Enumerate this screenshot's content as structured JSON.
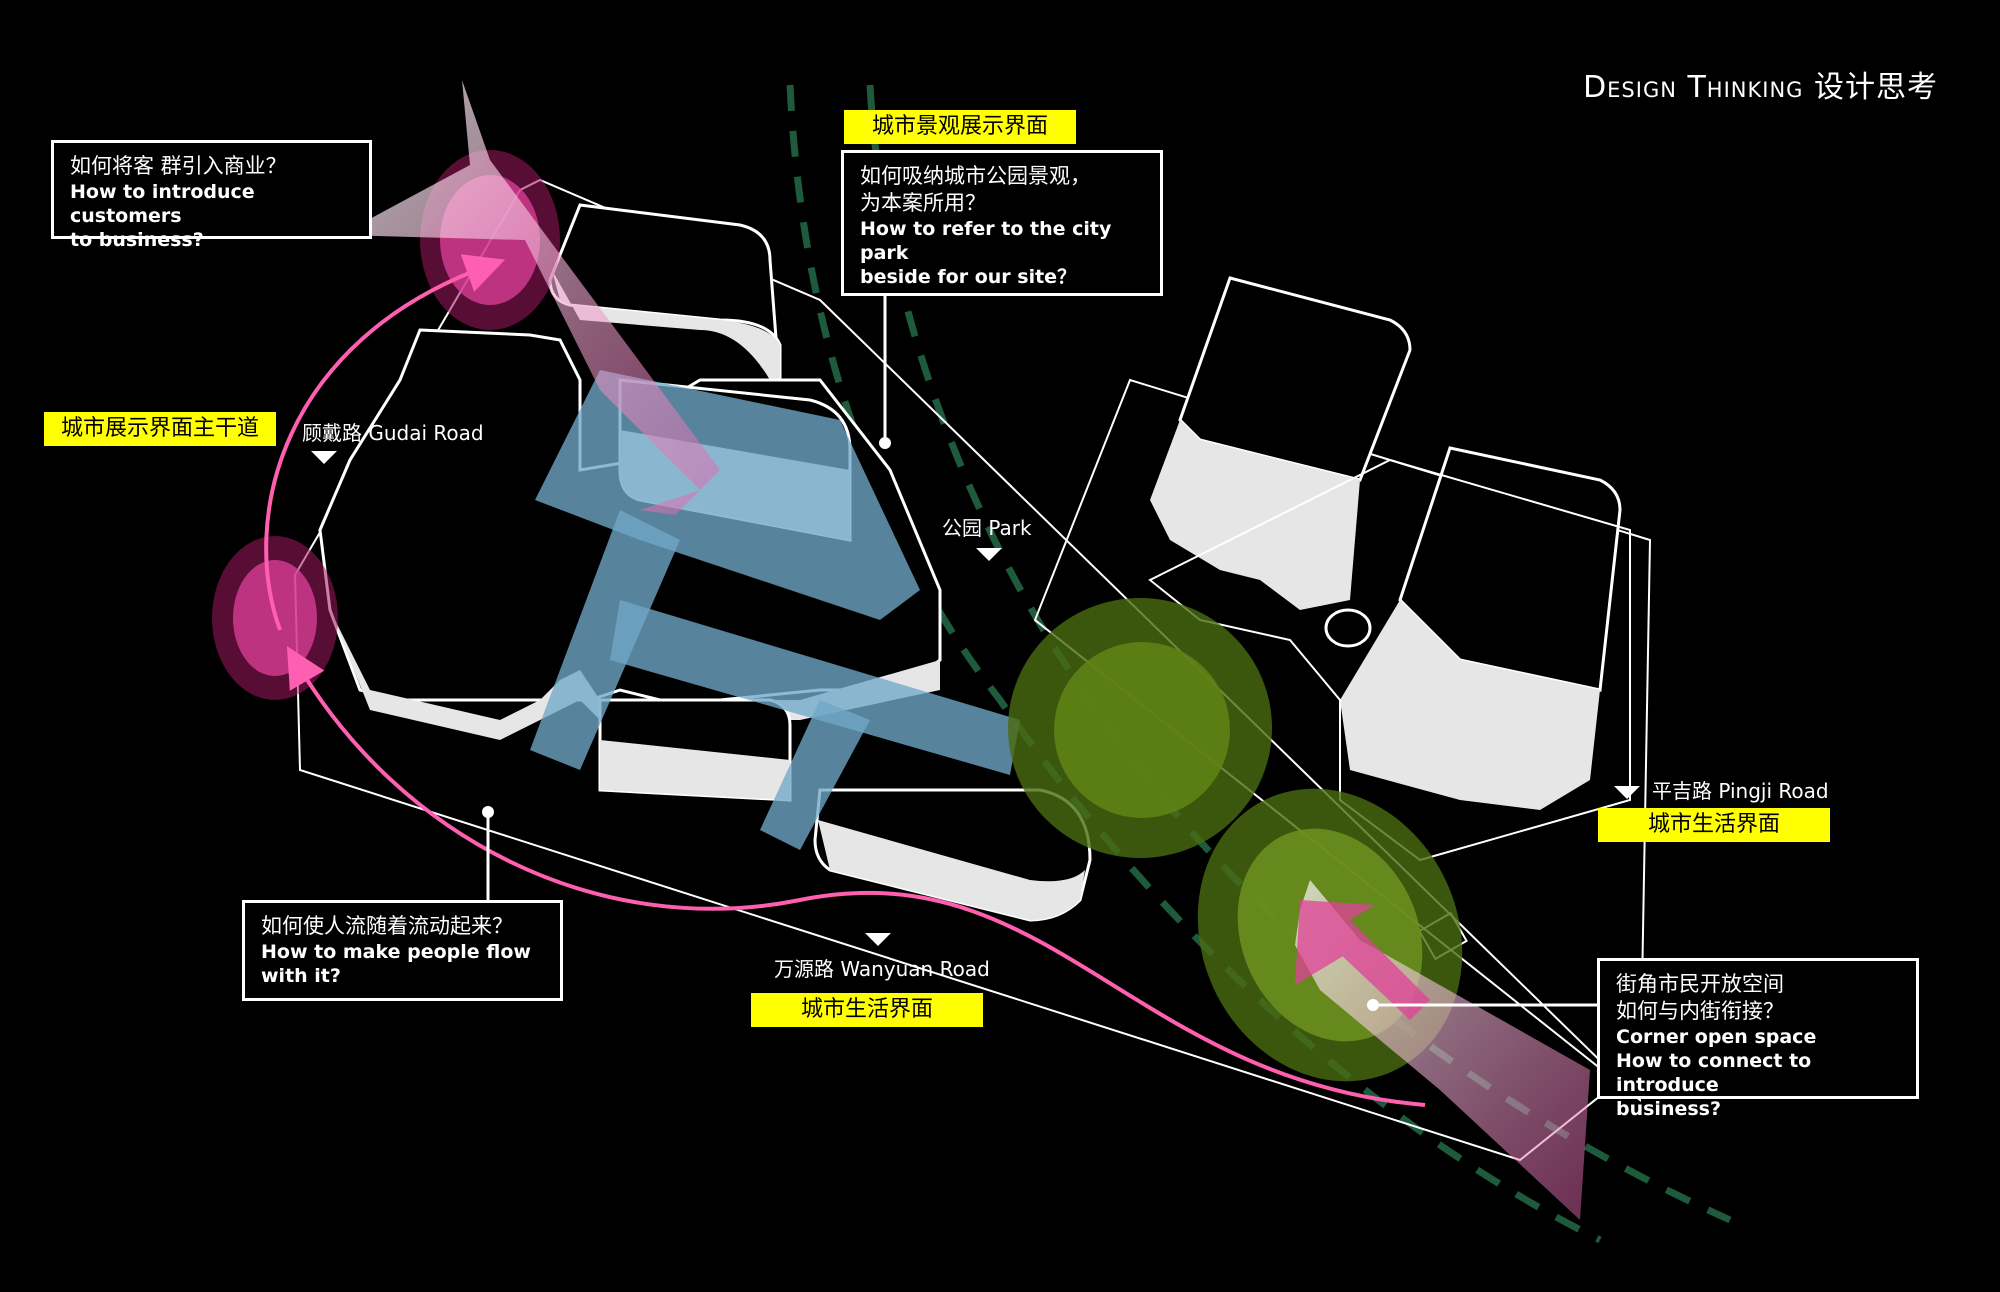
{
  "title": {
    "en": "Design Thinking",
    "cn": "设计思考"
  },
  "questions": {
    "customers": {
      "cn": "如何将客 群引入商业？",
      "en": "How to introduce customers\nto business?"
    },
    "park": {
      "cn": "如何吸纳城市公园景观，\n为本案所用？",
      "en": "How to refer to the city park\nbeside for our site？"
    },
    "flow": {
      "cn": "如何使人流随着流动起来？",
      "en": "How to make people flow\nwith it?"
    },
    "corner": {
      "cn": "街角市民开放空间\n如何与内街衔接？",
      "en": "Corner open space\nHow to connect to introduce\nbusiness?"
    }
  },
  "labels": {
    "landscape": "城市景观展示界面",
    "main_road": "城市展示界面主干道",
    "life_east": "城市生活界面",
    "life_south": "城市生活界面"
  },
  "roads": {
    "gudai": "顾戴路 Gudai Road",
    "park": "公园 Park",
    "pingji": "平吉路 Pingji Road",
    "wanyuan": "万源路 Wanyuan Road"
  },
  "colors": {
    "magenta": "#e0409a",
    "pink_arrow": "#ff5fb0",
    "blue_street": "#6fa8c8",
    "green_zone": "#6b8f1f",
    "park_line": "#1e5a3c",
    "label_bg": "#ffff00"
  }
}
